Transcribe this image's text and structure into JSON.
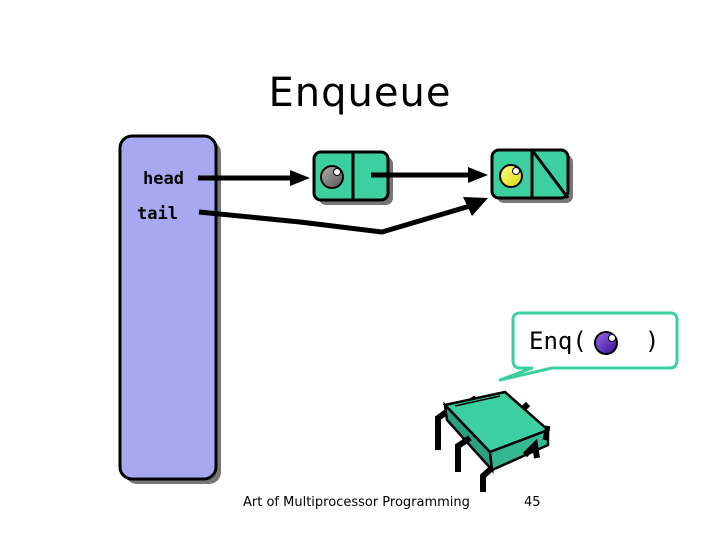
{
  "slide": {
    "title": "Enqueue",
    "footer_left": "Art of Multiprocessor Programming",
    "page_number": "45"
  },
  "queue": {
    "head_label": "head",
    "tail_label": "tail"
  },
  "callout": {
    "text_open": "Enq(",
    "text_close": ")"
  },
  "colors": {
    "queue_object": "#a8a8f0",
    "node_fill": "#3ccfa0",
    "callout_border": "#3ccfa0",
    "sentinel_ball": "#707070",
    "item_ball": "#f0f020",
    "enq_ball": "#6a2ad8"
  }
}
